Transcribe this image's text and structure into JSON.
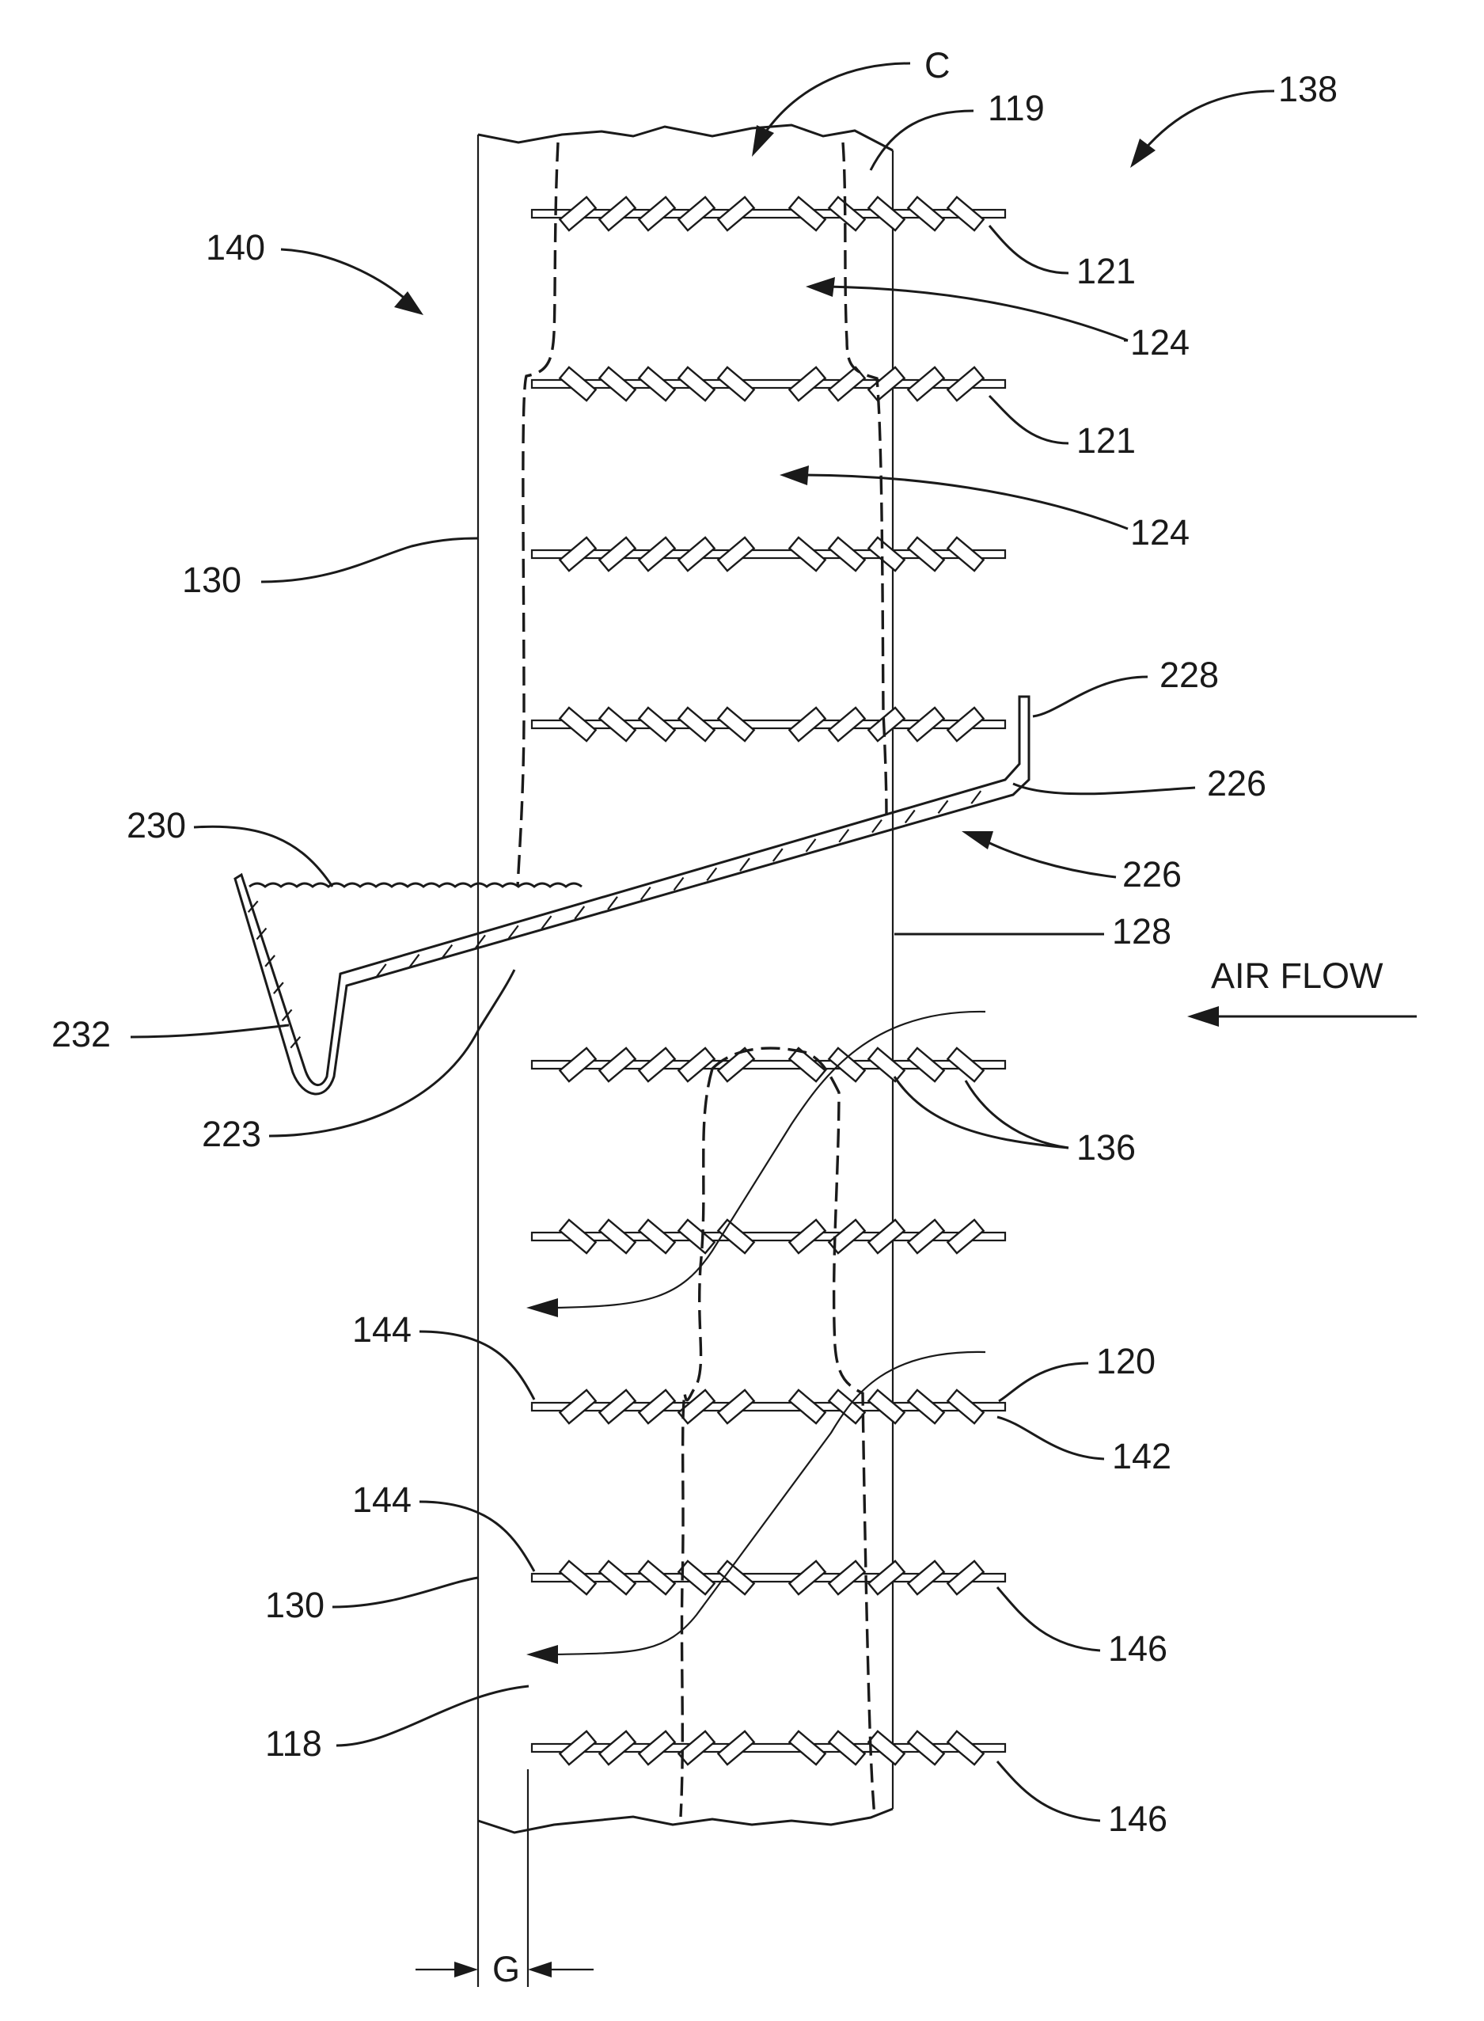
{
  "figure": {
    "labels": {
      "c": "C",
      "l119": "119",
      "l138": "138",
      "l140": "140",
      "l121a": "121",
      "l124a": "124",
      "l121b": "121",
      "l124b": "124",
      "l130a": "130",
      "l228": "228",
      "l226a": "226",
      "l230": "230",
      "l226b": "226",
      "l128": "128",
      "airflow": "AIR FLOW",
      "l232": "232",
      "l136": "136",
      "l223": "223",
      "l144a": "144",
      "l120": "120",
      "l142": "142",
      "l144b": "144",
      "l130b": "130",
      "l146a": "146",
      "l118": "118",
      "l146b": "146",
      "g": "G"
    }
  }
}
